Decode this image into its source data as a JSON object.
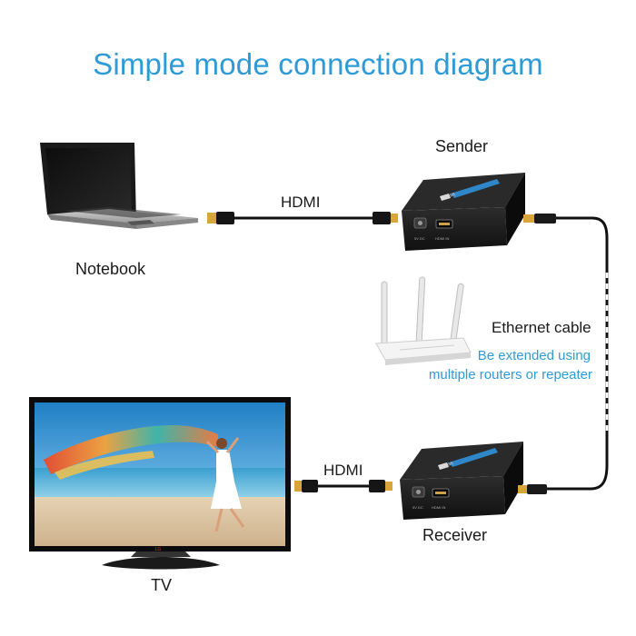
{
  "title": "Simple mode connection diagram",
  "labels": {
    "notebook": "Notebook",
    "sender": "Sender",
    "receiver": "Receiver",
    "tv": "TV",
    "hdmi_top": "HDMI",
    "hdmi_bottom": "HDMI",
    "ethernet": "Ethernet cable"
  },
  "note": {
    "line1": "Be extended using",
    "line2": "multiple routers or repeater"
  },
  "device_text": {
    "hdmi_badge": "HDMI",
    "port_dc": "5V DC",
    "port_hdmi": "HDMI IN"
  },
  "tv_brand": "LG",
  "colors": {
    "title": "#2e9bd6",
    "note": "#2e9bd6",
    "cable": "#111111",
    "connector_gold": "#d9a53a",
    "device_body": "#1c1c1c",
    "device_stripe": "#2f86c8"
  }
}
